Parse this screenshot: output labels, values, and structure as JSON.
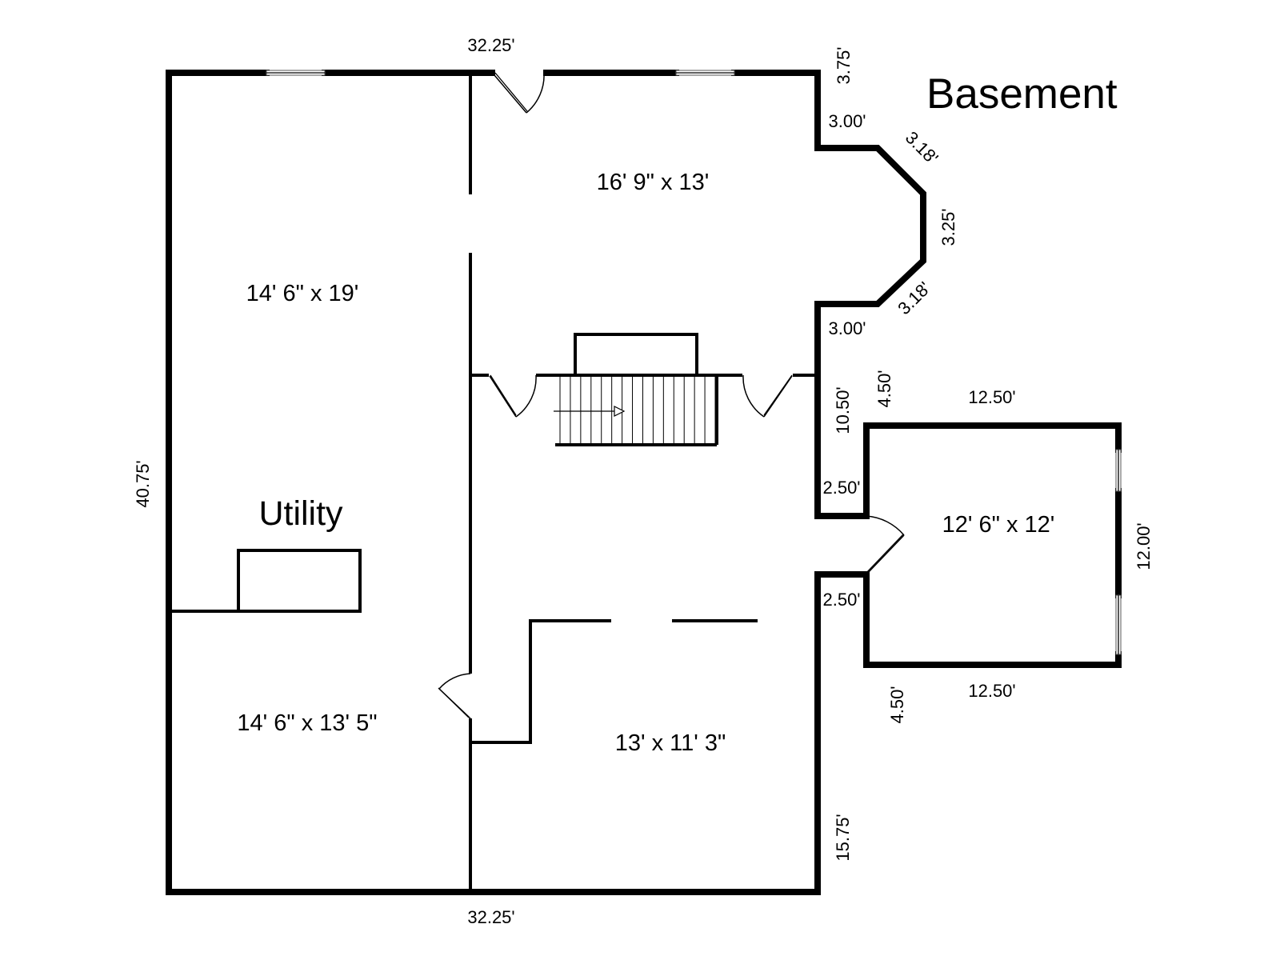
{
  "title": "Basement",
  "rooms": {
    "upper_left": "14' 6\" x 19'",
    "upper_right": "16' 9\" x 13'",
    "lower_left": "14' 6\" x 13' 5\"",
    "lower_right": "13' x 11' 3\"",
    "east_room": "12' 6\" x 12'",
    "utility": "Utility"
  },
  "dimensions": {
    "top": "32.25'",
    "bottom": "32.25'",
    "left": "40.75'",
    "notch_top": "3.75'",
    "bay_top_step": "3.00'",
    "bay_upper_diag": "3.18'",
    "bay_side": "3.25'",
    "bay_lower_diag": "3.18'",
    "bay_bottom_step": "3.00'",
    "east_upper_wall": "10.50'",
    "east_room_top_left": "4.50'",
    "east_room_top": "12.50'",
    "east_room_upper_step": "2.50'",
    "east_room_right": "12.00'",
    "east_room_lower_step": "2.50'",
    "east_room_bottom_left": "4.50'",
    "east_room_bottom": "12.50'",
    "east_lower_wall": "15.75'"
  }
}
